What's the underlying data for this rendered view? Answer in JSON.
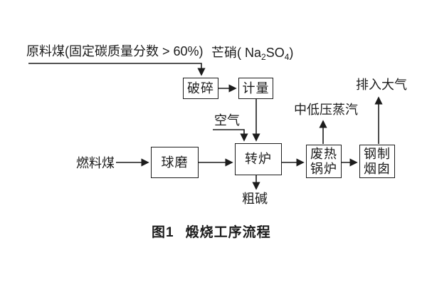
{
  "figure": {
    "caption_prefix": "图1",
    "caption_title": "煅烧工序流程"
  },
  "labels": {
    "raw_coal": "原料煤(固定碳质量分数 > 60%)",
    "mirabilite_prefix": "芒硝( Na",
    "mirabilite_sub1": "2",
    "mirabilite_mid": "SO",
    "mirabilite_sub2": "4",
    "mirabilite_suffix": ")",
    "air": "空气",
    "fuel_coal": "燃料煤",
    "steam": "中低压蒸汽",
    "atmosphere": "排入大气",
    "crude_alkali": "粗碱"
  },
  "nodes": {
    "crush": "破碎",
    "meter": "计量",
    "ball_mill": "球磨",
    "converter": "转炉",
    "waste_heat_boiler_line1": "废热",
    "waste_heat_boiler_line2": "锅炉",
    "chimney_line1": "钢制",
    "chimney_line2": "烟囱"
  },
  "colors": {
    "ink": "#1c1c1c",
    "background": "#ffffff"
  }
}
